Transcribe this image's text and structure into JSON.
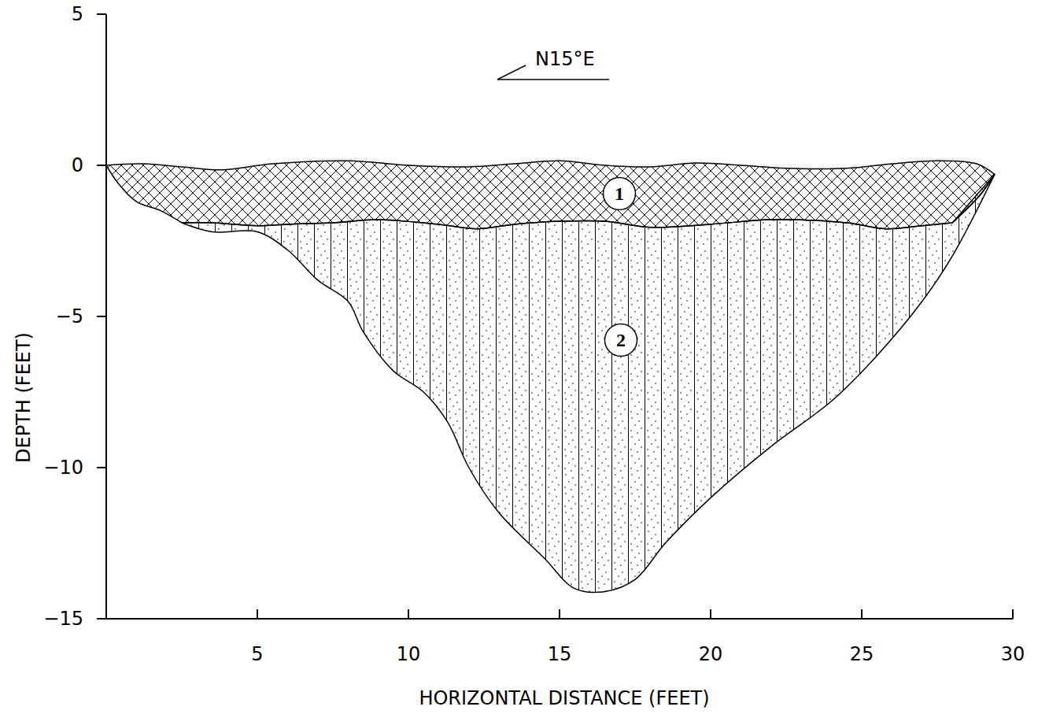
{
  "diagram": {
    "nodes": [
      {
        "text": [
          "1"
        ]
      },
      {
        "text": [
          "2"
        ]
      }
    ],
    "labels": [
      "N15°E",
      "5",
      "0",
      "−5",
      "−10",
      "−15",
      "5",
      "10",
      "15",
      "20",
      "25",
      "30",
      "DEPTH (FEET)",
      "HORIZONTAL DISTANCE (FEET)"
    ]
  }
}
